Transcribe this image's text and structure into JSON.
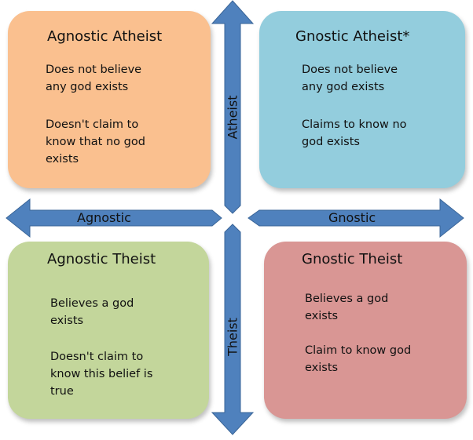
{
  "colors": {
    "orange": "#fac08f",
    "blue": "#93cddd",
    "green": "#c3d69b",
    "red": "#d99694",
    "arrow": "#4f81bd"
  },
  "quadrants": {
    "agnostic_atheist": {
      "title": "Agnostic Atheist",
      "line1": "Does not believe any god exists",
      "line2": "Doesn't claim to know that no god exists"
    },
    "gnostic_atheist": {
      "title": "Gnostic Atheist*",
      "line1": "Does not believe any god exists",
      "line2": "Claims to know no god exists"
    },
    "agnostic_theist": {
      "title": "Agnostic Theist",
      "line1": "Believes a god exists",
      "line2": "Doesn't claim to know this belief is true"
    },
    "gnostic_theist": {
      "title": "Gnostic Theist",
      "line1": "Believes a god exists",
      "line2": "Claim to know god exists"
    }
  },
  "axes": {
    "atheist": "Atheist",
    "theist": "Theist",
    "agnostic": "Agnostic",
    "gnostic": "Gnostic"
  }
}
